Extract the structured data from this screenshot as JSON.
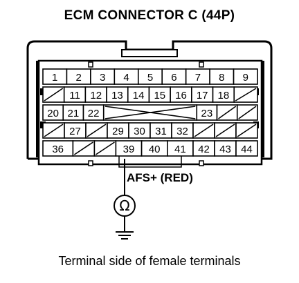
{
  "title": "ECM CONNECTOR C (44P)",
  "caption": "Terminal side of female terminals",
  "wire_label": "AFS+ (RED)",
  "meter_symbol": "Ω",
  "test_pin": "39",
  "rows": [
    [
      {
        "type": "pin",
        "label": "1"
      },
      {
        "type": "pin",
        "label": "2"
      },
      {
        "type": "pin",
        "label": "3"
      },
      {
        "type": "pin",
        "label": "4"
      },
      {
        "type": "pin",
        "label": "5"
      },
      {
        "type": "pin",
        "label": "6"
      },
      {
        "type": "pin",
        "label": "7"
      },
      {
        "type": "pin",
        "label": "8"
      },
      {
        "type": "pin",
        "label": "9"
      }
    ],
    [
      {
        "type": "blank"
      },
      {
        "type": "pin",
        "label": "11"
      },
      {
        "type": "pin",
        "label": "12"
      },
      {
        "type": "pin",
        "label": "13"
      },
      {
        "type": "pin",
        "label": "14"
      },
      {
        "type": "pin",
        "label": "15"
      },
      {
        "type": "pin",
        "label": "16"
      },
      {
        "type": "pin",
        "label": "17"
      },
      {
        "type": "pin",
        "label": "18"
      },
      {
        "type": "blank"
      }
    ],
    [
      {
        "type": "pin",
        "label": "20"
      },
      {
        "type": "pin",
        "label": "21"
      },
      {
        "type": "pin",
        "label": "22"
      },
      {
        "type": "cross"
      },
      {
        "type": "pin",
        "label": "23"
      },
      {
        "type": "blank"
      },
      {
        "type": "blank"
      }
    ],
    [
      {
        "type": "blank"
      },
      {
        "type": "pin",
        "label": "27"
      },
      {
        "type": "blank"
      },
      {
        "type": "pin",
        "label": "29"
      },
      {
        "type": "pin",
        "label": "30"
      },
      {
        "type": "pin",
        "label": "31"
      },
      {
        "type": "pin",
        "label": "32"
      },
      {
        "type": "blank"
      },
      {
        "type": "blank"
      },
      {
        "type": "blank"
      }
    ],
    [
      {
        "type": "pin",
        "label": "36"
      },
      {
        "type": "blank"
      },
      {
        "type": "blank"
      },
      {
        "type": "pin",
        "label": "39"
      },
      {
        "type": "pin",
        "label": "40"
      },
      {
        "type": "pin",
        "label": "41"
      },
      {
        "type": "pin",
        "label": "42"
      },
      {
        "type": "pin",
        "label": "43"
      },
      {
        "type": "pin",
        "label": "44"
      }
    ]
  ]
}
